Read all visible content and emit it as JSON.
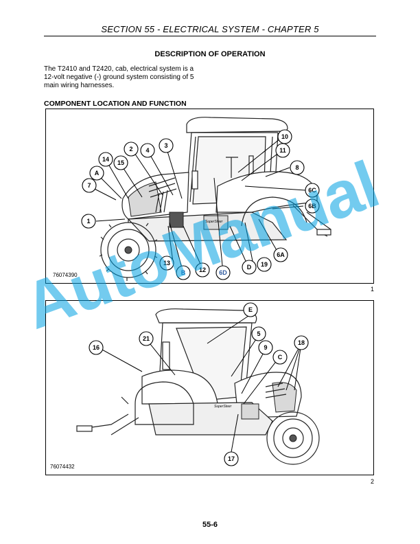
{
  "header": {
    "title": "SECTION 55 - ELECTRICAL SYSTEM - CHAPTER 5"
  },
  "description": {
    "title": "DESCRIPTION OF OPERATION",
    "line1": "The T2410 and T2420, cab, electrical system is a",
    "line2": "12-volt negative (-) ground system consisting of 5",
    "line3": "main wiring harnesses."
  },
  "component_location": {
    "title": "COMPONENT LOCATION AND FUNCTION"
  },
  "figure1": {
    "id": "76074390",
    "number": "1",
    "callouts": [
      "10",
      "11",
      "3",
      "2",
      "4",
      "14",
      "15",
      "8",
      "A",
      "7",
      "6C",
      "6B",
      "1",
      "6A",
      "13",
      "12",
      "19",
      "D",
      "B",
      "6D"
    ],
    "brand": "SuperSteer"
  },
  "figure2": {
    "id": "76074432",
    "number": "2",
    "callouts": [
      "E",
      "5",
      "21",
      "16",
      "9",
      "18",
      "C",
      "17"
    ],
    "brand": "SuperSteer"
  },
  "footer": {
    "page": "55-6"
  },
  "watermark": {
    "text": "AutoManual"
  },
  "colors": {
    "watermark": "#00a0e1",
    "callout_blue": "#2f5a9e"
  }
}
